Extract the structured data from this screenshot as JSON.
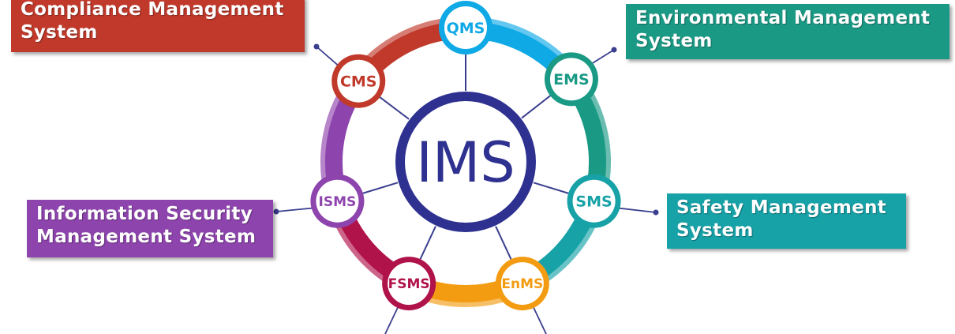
{
  "center": {
    "label": "IMS",
    "color": "#2e3190"
  },
  "nodes": [
    {
      "id": "qms",
      "label": "QMS",
      "color": "#0fa9e6"
    },
    {
      "id": "ems",
      "label": "EMS",
      "color": "#1a9a85"
    },
    {
      "id": "sms",
      "label": "SMS",
      "color": "#17a2a8"
    },
    {
      "id": "enms",
      "label": "EnMS",
      "color": "#f39c12"
    },
    {
      "id": "fsms",
      "label": "FSMS",
      "color": "#b0124a"
    },
    {
      "id": "isms",
      "label": "ISMS",
      "color": "#8e44ad"
    },
    {
      "id": "cms",
      "label": "CMS",
      "color": "#c0392b"
    }
  ],
  "callouts": {
    "cms": {
      "line1": "Compliance Management",
      "line2": "System",
      "color": "#c0392b"
    },
    "ems": {
      "line1": "Environmental Management",
      "line2": "System",
      "color": "#1a9a85"
    },
    "isms": {
      "line1": "Information Security",
      "line2": "Management System",
      "color": "#8e44ad"
    },
    "sms": {
      "line1": "Safety Management",
      "line2": "System",
      "color": "#17a2a8"
    }
  }
}
